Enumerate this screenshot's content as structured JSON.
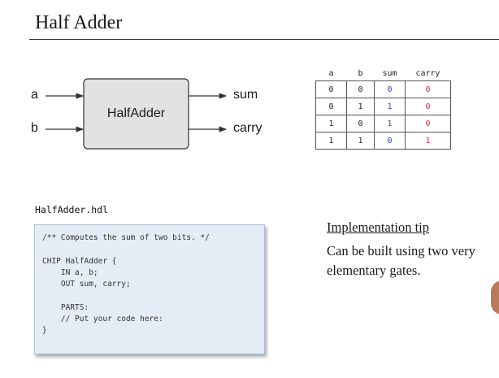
{
  "slide": {
    "title": "Half Adder"
  },
  "diagram": {
    "chip_name": "HalfAdder",
    "inputs": [
      "a",
      "b"
    ],
    "outputs": [
      "sum",
      "carry"
    ]
  },
  "truth_table": {
    "headers": [
      "a",
      "b",
      "sum",
      "carry"
    ],
    "rows": [
      [
        "0",
        "0",
        "0",
        "0"
      ],
      [
        "0",
        "1",
        "1",
        "0"
      ],
      [
        "1",
        "0",
        "1",
        "0"
      ],
      [
        "1",
        "1",
        "0",
        "1"
      ]
    ],
    "colors": {
      "sum": "#3344cc",
      "carry": "#d42a3c"
    }
  },
  "code": {
    "filename": "HalfAdder.hdl",
    "text": "/** Computes the sum of two bits. */\n\nCHIP HalfAdder {\n    IN a, b;\n    OUT sum, carry;\n\n    PARTS:\n    // Put your code here:\n}",
    "background": "#e4ecf6"
  },
  "tip": {
    "heading": "Implementation tip",
    "body": "Can be built using two very\nelementary gates."
  }
}
